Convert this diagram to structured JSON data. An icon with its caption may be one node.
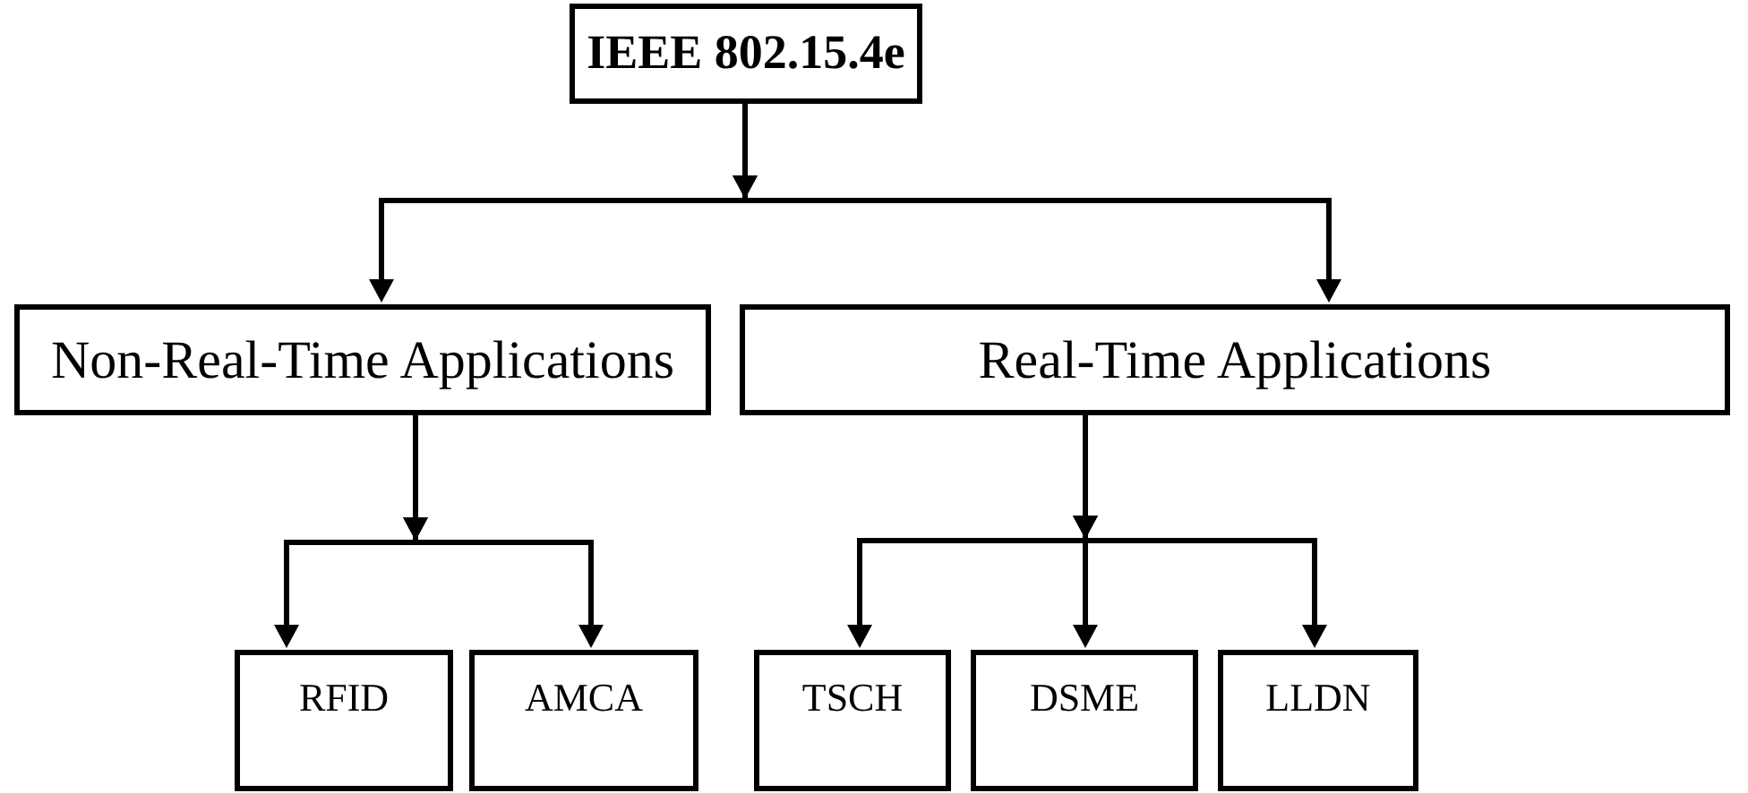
{
  "diagram": {
    "nodes": [
      {
        "text": [
          "IEEE 802.15.4e"
        ]
      },
      {
        "text": [
          "Non-Real-Time Applications"
        ]
      },
      {
        "text": [
          "Real-Time Applications"
        ]
      },
      {
        "text": [
          "RFID"
        ]
      },
      {
        "text": [
          "AMCA"
        ]
      },
      {
        "text": [
          "TSCH"
        ]
      },
      {
        "text": [
          "DSME"
        ]
      },
      {
        "text": [
          "LLDN"
        ]
      }
    ],
    "edges": [
      {
        "from": 0,
        "to": 1,
        "arrow": "to"
      },
      {
        "from": 0,
        "to": 2,
        "arrow": "to"
      },
      {
        "from": 1,
        "to": 3,
        "arrow": "to"
      },
      {
        "from": 1,
        "to": 4,
        "arrow": "to"
      },
      {
        "from": 2,
        "to": 5,
        "arrow": "to"
      },
      {
        "from": 2,
        "to": 6,
        "arrow": "to"
      },
      {
        "from": 2,
        "to": 7,
        "arrow": "to"
      }
    ]
  }
}
